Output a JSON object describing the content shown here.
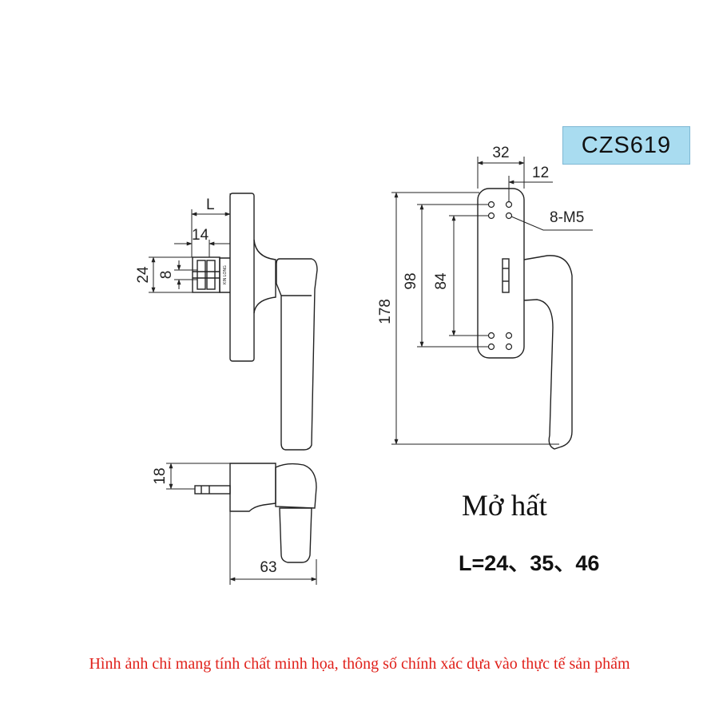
{
  "model": "CZS619",
  "type_title": "Mở hất",
  "length_spec": "L=24、35、46",
  "disclaimer": "Hình ảnh chỉ mang tính chất minh họa, thông số chính xác dựa vào thực tế sản phẩm",
  "side_view": {
    "dim_L": "L",
    "dim_14": "14",
    "dim_24": "24",
    "dim_8": "8",
    "brand_mark": "KIN LONG"
  },
  "front_view": {
    "dim_32": "32",
    "dim_12": "12",
    "dim_holes": "8-M5",
    "dim_98": "98",
    "dim_84": "84",
    "dim_178": "178"
  },
  "top_view": {
    "dim_18": "18",
    "dim_63": "63"
  }
}
